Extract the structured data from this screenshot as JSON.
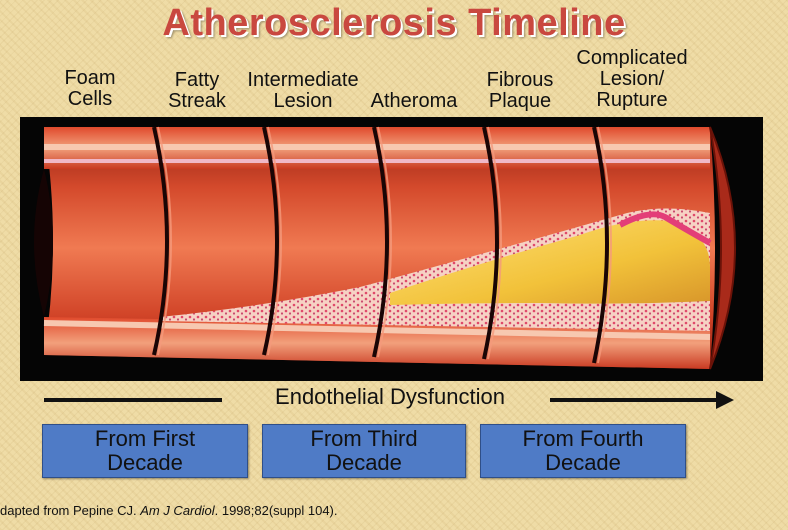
{
  "title": "Atherosclerosis Timeline",
  "stages": [
    {
      "line1": "Foam",
      "line2": "Cells"
    },
    {
      "line1": "Fatty",
      "line2": "Streak"
    },
    {
      "line1": "Intermediate",
      "line2": "Lesion"
    },
    {
      "line1": "",
      "line2": "Atheroma"
    },
    {
      "line1": "Fibrous",
      "line2": "Plaque"
    },
    {
      "line0": "Complicated",
      "line1": "Lesion/",
      "line2": "Rupture"
    }
  ],
  "endothelial_label": "Endothelial Dysfunction",
  "decades": [
    {
      "line1": "From First",
      "line2": "Decade"
    },
    {
      "line1": "From Third",
      "line2": "Decade"
    },
    {
      "line1": "From Fourth",
      "line2": "Decade"
    }
  ],
  "citation": {
    "prefix": "dapted from Pepine CJ. ",
    "journal": "Am J Cardiol",
    "suffix": ". 1998;82(suppl 104)."
  },
  "colors": {
    "title": "#c9483f",
    "background": "#efdca6",
    "artery_wall": "#d2442a",
    "plaque": "#f0c23a",
    "decade_box": "#4f7bc6"
  }
}
